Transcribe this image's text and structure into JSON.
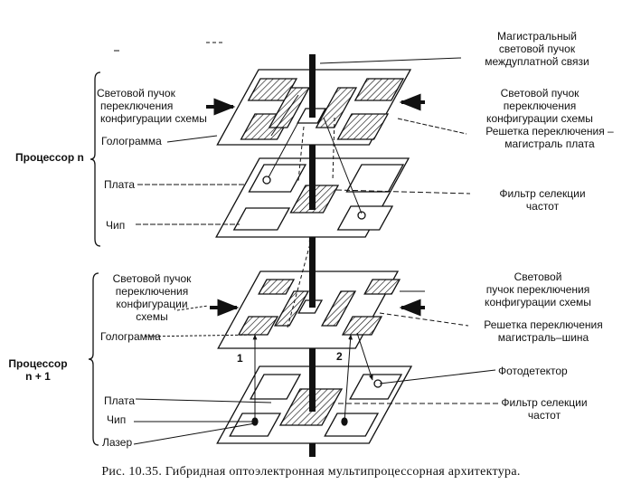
{
  "figure": {
    "caption": "Рис. 10.35. Гибридная оптоэлектронная мультипроцессорная архитектура."
  },
  "processor_n": {
    "title": "Процессор n",
    "left_beam": [
      "Световой пучок",
      "переключения",
      "конфигурации схемы"
    ],
    "hologram": "Голограмма",
    "board": "Плата",
    "chip": "Чип",
    "trunk_beam": [
      "Магистральный",
      "световой пучок",
      "междуплатной связи"
    ],
    "right_beam": [
      "Световой пучок",
      "переключения",
      "конфигурации  схемы"
    ],
    "grating": [
      "Решетка переключения –",
      "магистраль плата"
    ],
    "filter": [
      "Фильтр селекции",
      "частот"
    ]
  },
  "processor_n1": {
    "title": [
      "Процессор",
      "n + 1"
    ],
    "left_beam": [
      "Световой пучок",
      "переключения",
      "конфигурации",
      "схемы"
    ],
    "hologram": "Голограмма",
    "board": "Плата",
    "chip": "Чип",
    "laser": "Лазер",
    "right_beam": [
      "Световой",
      "пучок  переключения",
      "конфигурации схемы"
    ],
    "grating": [
      "Решетка переключения",
      "магистраль–шина"
    ],
    "photodetector": "Фотодетектор",
    "filter": [
      "Фильтр селекции",
      "частот"
    ],
    "path_labels": [
      "1",
      "2"
    ]
  }
}
